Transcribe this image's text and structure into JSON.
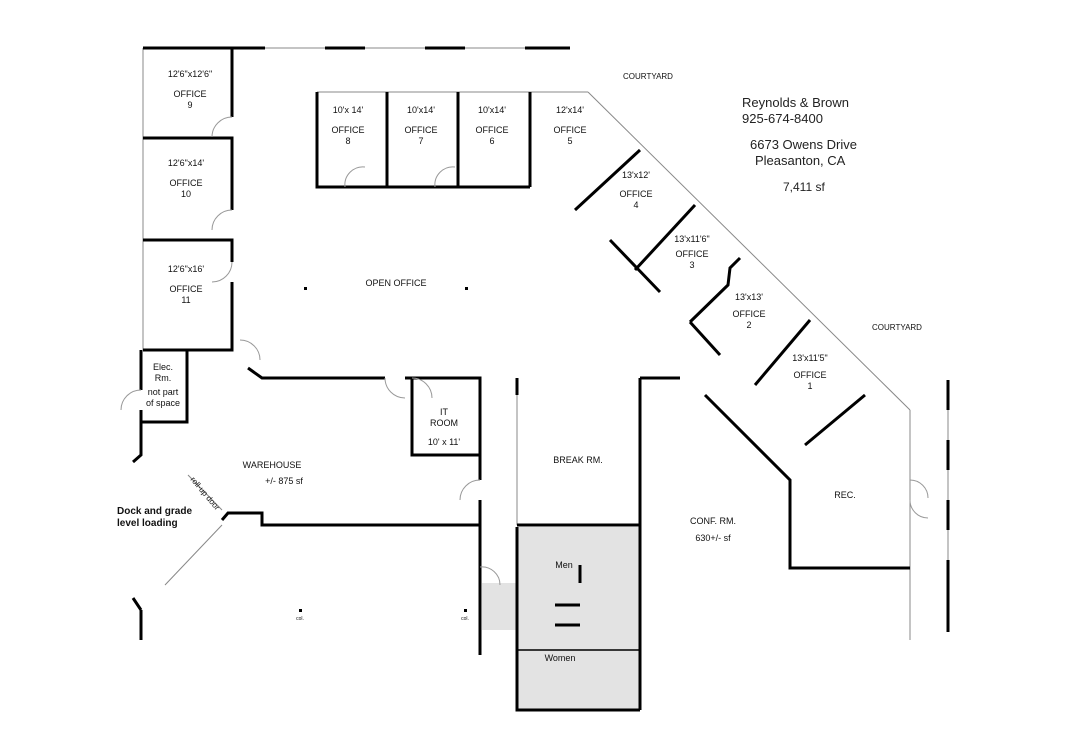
{
  "company": {
    "name": "Reynolds & Brown",
    "phone": "925-674-8400"
  },
  "property": {
    "address": "6673 Owens Drive",
    "city": "Pleasanton, CA",
    "area": "7,411 sf"
  },
  "courtyards": [
    "COURTYARD",
    "COURTYARD"
  ],
  "offices": [
    {
      "size": "12'6\"x12'6\"",
      "name": "OFFICE",
      "num": "9"
    },
    {
      "size": "12'6\"x14'",
      "name": "OFFICE",
      "num": "10"
    },
    {
      "size": "12'6\"x16'",
      "name": "OFFICE",
      "num": "11"
    },
    {
      "size": "10'x 14'",
      "name": "OFFICE",
      "num": "8"
    },
    {
      "size": "10'x14'",
      "name": "OFFICE",
      "num": "7"
    },
    {
      "size": "10'x14'",
      "name": "OFFICE",
      "num": "6"
    },
    {
      "size": "12'x14'",
      "name": "OFFICE",
      "num": "5"
    },
    {
      "size": "13'x12'",
      "name": "OFFICE",
      "num": "4"
    },
    {
      "size": "13'x11'6\"",
      "name": "OFFICE",
      "num": "3"
    },
    {
      "size": "13'x13'",
      "name": "OFFICE",
      "num": "2"
    },
    {
      "size": "13'x11'5\"",
      "name": "OFFICE",
      "num": "1"
    }
  ],
  "rooms": {
    "open_office": "OPEN   OFFICE",
    "elec": [
      "Elec.",
      "Rm.",
      "not part",
      "of space"
    ],
    "it": [
      "IT",
      "ROOM",
      "10' x 11'"
    ],
    "warehouse": [
      "WAREHOUSE",
      "+/- 875 sf"
    ],
    "rollup": "roll-up door",
    "dock": [
      "Dock and grade",
      "level loading"
    ],
    "break": "BREAK RM.",
    "conf": [
      "CONF. RM.",
      "630+/- sf"
    ],
    "rec": "REC.",
    "men": "Men",
    "women": "Women",
    "col": [
      "col.",
      "col."
    ]
  }
}
